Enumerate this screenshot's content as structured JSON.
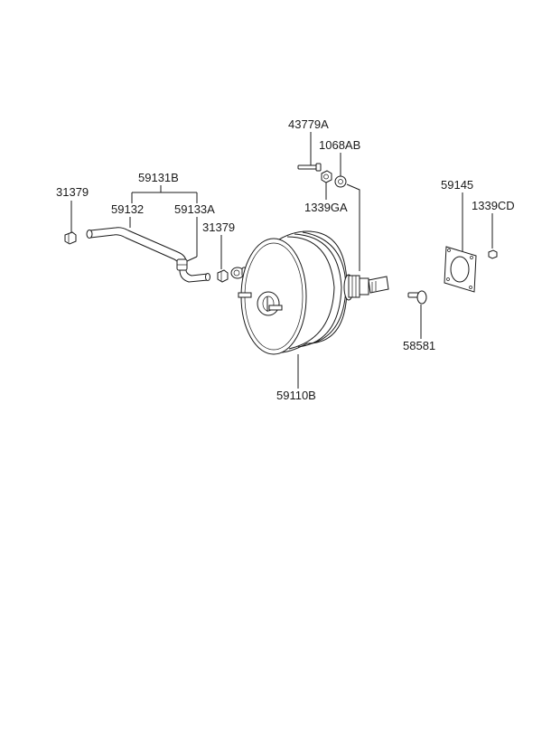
{
  "diagram": {
    "parts": {
      "p59131B": "59131B",
      "p31379_left": "31379",
      "p59132": "59132",
      "p59133A": "59133A",
      "p31379_right": "31379",
      "p43779A": "43779A",
      "p1068AB": "1068AB",
      "p1339GA": "1339GA",
      "p59145": "59145",
      "p1339CD": "1339CD",
      "p58581": "58581",
      "p59110B": "59110B"
    }
  }
}
